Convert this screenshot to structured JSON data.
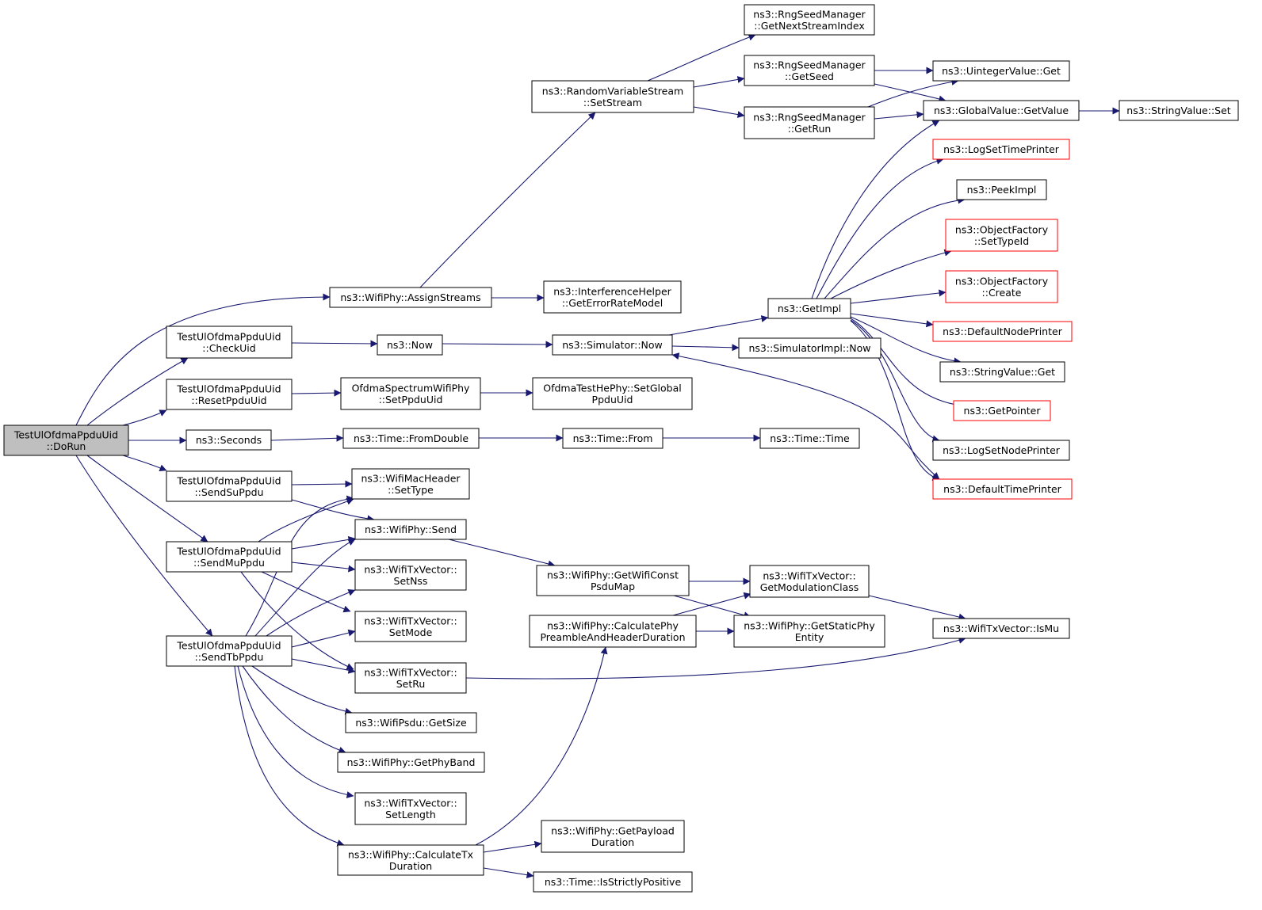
{
  "colors": {
    "edge": "#191970",
    "node_border": "#000000",
    "node_border_incomplete": "#ff0000",
    "root_fill": "#bfbfbf"
  },
  "nodes": {
    "doRun": {
      "lines": [
        "TestUlOfdmaPpduUid",
        "::DoRun"
      ]
    },
    "assignStreams": {
      "lines": [
        "ns3::WifiPhy::AssignStreams"
      ]
    },
    "checkUid": {
      "lines": [
        "TestUlOfdmaPpduUid",
        "::CheckUid"
      ]
    },
    "resetPpduUid": {
      "lines": [
        "TestUlOfdmaPpduUid",
        "::ResetPpduUid"
      ]
    },
    "seconds": {
      "lines": [
        "ns3::Seconds"
      ]
    },
    "sendSuPpdu": {
      "lines": [
        "TestUlOfdmaPpduUid",
        "::SendSuPpdu"
      ]
    },
    "sendMuPpdu": {
      "lines": [
        "TestUlOfdmaPpduUid",
        "::SendMuPpdu"
      ]
    },
    "sendTbPpdu": {
      "lines": [
        "TestUlOfdmaPpduUid",
        "::SendTbPpdu"
      ]
    },
    "rvsSetStream": {
      "lines": [
        "ns3::RandomVariableStream",
        "::SetStream"
      ]
    },
    "getErrorRateModel": {
      "lines": [
        "ns3::InterferenceHelper",
        "::GetErrorRateModel"
      ]
    },
    "now": {
      "lines": [
        "ns3::Now"
      ]
    },
    "setPpduUid": {
      "lines": [
        "OfdmaSpectrumWifiPhy",
        "::SetPpduUid"
      ]
    },
    "fromDouble": {
      "lines": [
        "ns3::Time::FromDouble"
      ]
    },
    "macSetType": {
      "lines": [
        "ns3::WifiMacHeader",
        "::SetType"
      ]
    },
    "phySend": {
      "lines": [
        "ns3::WifiPhy::Send"
      ]
    },
    "setNss": {
      "lines": [
        "ns3::WifiTxVector::",
        "SetNss"
      ]
    },
    "setMode": {
      "lines": [
        "ns3::WifiTxVector::",
        "SetMode"
      ]
    },
    "setRu": {
      "lines": [
        "ns3::WifiTxVector::",
        "SetRu"
      ]
    },
    "psduGetSize": {
      "lines": [
        "ns3::WifiPsdu::GetSize"
      ]
    },
    "getPhyBand": {
      "lines": [
        "ns3::WifiPhy::GetPhyBand"
      ]
    },
    "setLength": {
      "lines": [
        "ns3::WifiTxVector::",
        "SetLength"
      ]
    },
    "calcTxDuration": {
      "lines": [
        "ns3::WifiPhy::CalculateTx",
        "Duration"
      ]
    },
    "getNextStreamIndex": {
      "lines": [
        "ns3::RngSeedManager",
        "::GetNextStreamIndex"
      ]
    },
    "getSeed": {
      "lines": [
        "ns3::RngSeedManager",
        "::GetSeed"
      ]
    },
    "getRun": {
      "lines": [
        "ns3::RngSeedManager",
        "::GetRun"
      ]
    },
    "simNow": {
      "lines": [
        "ns3::Simulator::Now"
      ]
    },
    "setGlobalPpduUid": {
      "lines": [
        "OfdmaTestHePhy::SetGlobal",
        "PpduUid"
      ]
    },
    "timeFrom": {
      "lines": [
        "ns3::Time::From"
      ]
    },
    "getWifiConstPsduMap": {
      "lines": [
        "ns3::WifiPhy::GetWifiConst",
        "PsduMap"
      ]
    },
    "calcPreamble": {
      "lines": [
        "ns3::WifiPhy::CalculatePhy",
        "PreambleAndHeaderDuration"
      ]
    },
    "getPayloadDuration": {
      "lines": [
        "ns3::WifiPhy::GetPayload",
        "Duration"
      ]
    },
    "isStrictlyPositive": {
      "lines": [
        "ns3::Time::IsStrictlyPositive"
      ]
    },
    "getImpl": {
      "lines": [
        "ns3::GetImpl"
      ]
    },
    "simImplNow": {
      "lines": [
        "ns3::SimulatorImpl::Now"
      ]
    },
    "timeTime": {
      "lines": [
        "ns3::Time::Time"
      ]
    },
    "getModulationClass": {
      "lines": [
        "ns3::WifiTxVector::",
        "GetModulationClass"
      ]
    },
    "getStaticPhyEntity": {
      "lines": [
        "ns3::WifiPhy::GetStaticPhy",
        "Entity"
      ]
    },
    "uintGet": {
      "lines": [
        "ns3::UintegerValue::Get"
      ]
    },
    "gvGetValue": {
      "lines": [
        "ns3::GlobalValue::GetValue"
      ]
    },
    "logSetTimePrinter": {
      "lines": [
        "ns3::LogSetTimePrinter"
      ]
    },
    "peekImpl": {
      "lines": [
        "ns3::PeekImpl"
      ]
    },
    "ofSetTypeId": {
      "lines": [
        "ns3::ObjectFactory",
        "::SetTypeId"
      ]
    },
    "ofCreate": {
      "lines": [
        "ns3::ObjectFactory",
        "::Create"
      ]
    },
    "defaultNodePrinter": {
      "lines": [
        "ns3::DefaultNodePrinter"
      ]
    },
    "svGet": {
      "lines": [
        "ns3::StringValue::Get"
      ]
    },
    "getPointer": {
      "lines": [
        "ns3::GetPointer"
      ]
    },
    "logSetNodePrinter": {
      "lines": [
        "ns3::LogSetNodePrinter"
      ]
    },
    "defaultTimePrinter": {
      "lines": [
        "ns3::DefaultTimePrinter"
      ]
    },
    "isMu": {
      "lines": [
        "ns3::WifiTxVector::IsMu"
      ]
    },
    "svSet": {
      "lines": [
        "ns3::StringValue::Set"
      ]
    }
  }
}
